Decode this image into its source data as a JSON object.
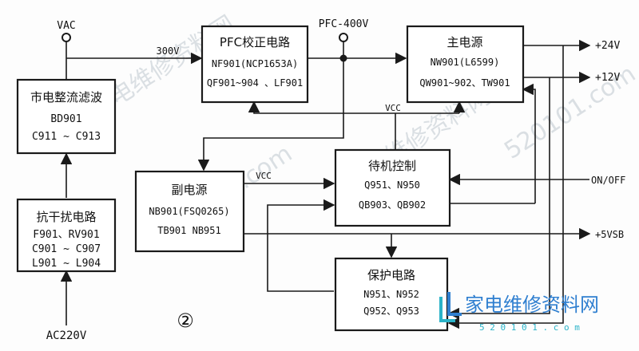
{
  "labels": {
    "vac": "VAC",
    "pfc400": "PFC-400V",
    "v300": "300V",
    "vcc_top": "VCC",
    "vcc_left": "VCC",
    "out24": "+24V",
    "out12": "+12V",
    "onoff": "ON/OFF",
    "out5vsb": "+5VSB",
    "ac220": "AC220V",
    "circle_num": "②"
  },
  "blocks": {
    "rect": {
      "l1": "市电整流滤波",
      "l2": "BD901",
      "l3": "C911 ~ C913"
    },
    "emi": {
      "l1": "抗干扰电路",
      "l2": "F901、RV901",
      "l3": "C901 ~ C907",
      "l4": "L901 ~ L904"
    },
    "pfc": {
      "l1": "PFC校正电路",
      "l2": "NF901(NCP1653A)",
      "l3": "QF901~904 、LF901"
    },
    "main": {
      "l1": "主电源",
      "l2": "NW901(L6599)",
      "l3": "QW901~902、TW901"
    },
    "aux": {
      "l1": "副电源",
      "l2": "NB901(FSQ0265)",
      "l3": "TB901  NB951"
    },
    "standby": {
      "l1": "待机控制",
      "l2": "Q951、N950",
      "l3": "QB903、QB902"
    },
    "protect": {
      "l1": "保护电路",
      "l2": "N951、N952",
      "l3": "Q952、Q953"
    }
  },
  "watermark": {
    "brand": "家电维修资料网",
    "url": "5 2 0 1 0 1 . c o m",
    "bg1": "家电维修资料网",
    "bg2": "520101.com"
  },
  "colors": {
    "line": "#1a1a1a",
    "logo_blue": "#2f7fd0",
    "logo_cyan": "#2bb3c8"
  }
}
